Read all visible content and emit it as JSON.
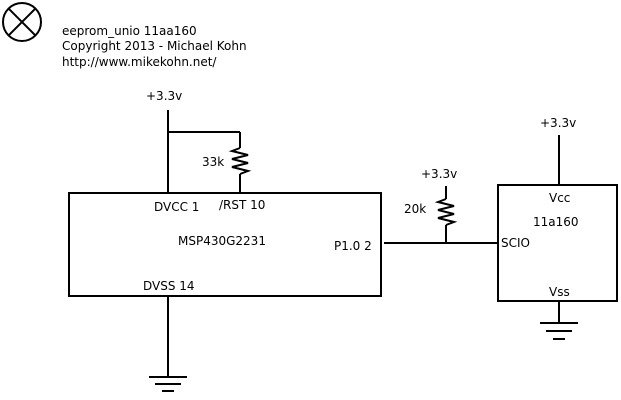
{
  "header": {
    "line1": "eeprom_unio 11aa160",
    "line2": "Copyright 2013 - Michael Kohn",
    "line3": "http://www.mikekohn.net/"
  },
  "supply": {
    "left_label": "+3.3v",
    "middle_label": "+3.3v",
    "right_label": "+3.3v"
  },
  "resistors": {
    "r1_label": "33k",
    "r2_label": "20k"
  },
  "mcu": {
    "name": "MSP430G2231",
    "pin_dvcc": "DVCC 1",
    "pin_rst": "/RST 10",
    "pin_p10": "P1.0 2",
    "pin_dvss": "DVSS 14"
  },
  "eeprom": {
    "name": "11a160",
    "pin_vcc": "Vcc",
    "pin_scio": "SCIO",
    "pin_vss": "Vss"
  }
}
